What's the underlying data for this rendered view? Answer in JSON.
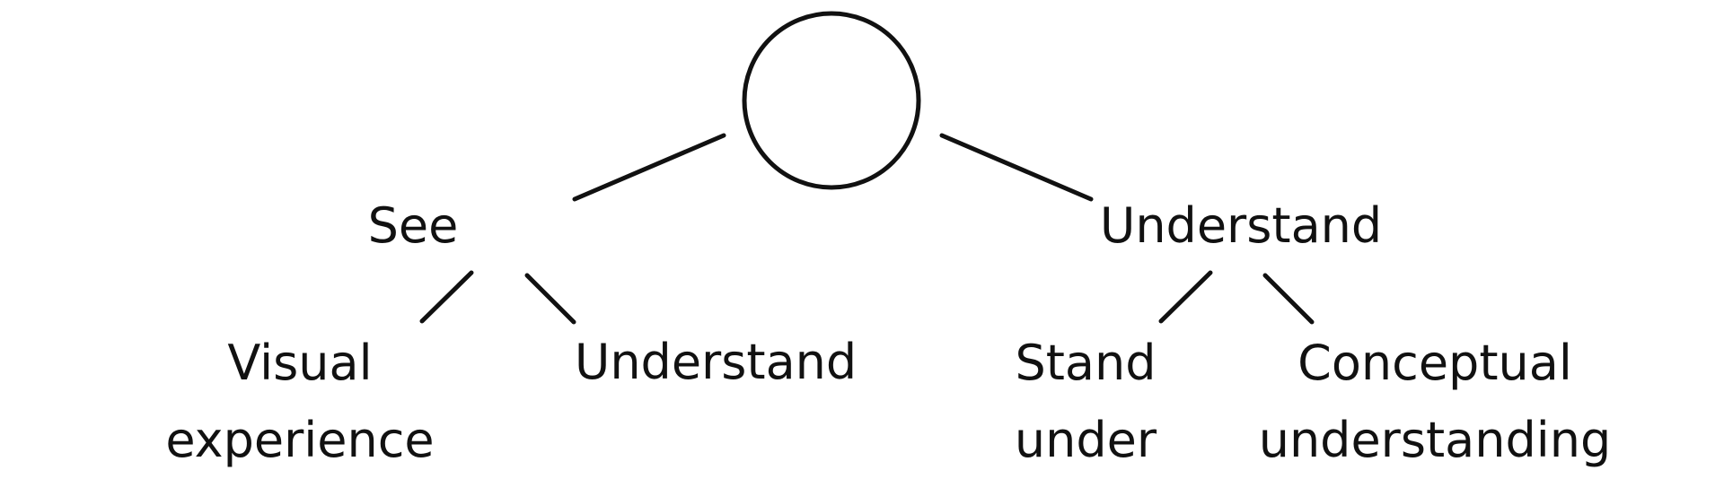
{
  "diagram": {
    "root": {
      "label": ""
    },
    "level1": {
      "left": {
        "label": "See"
      },
      "right": {
        "label": "Understand"
      }
    },
    "level2": {
      "see_left": {
        "label": "Visual\nexperience"
      },
      "see_right": {
        "label": "Understand"
      },
      "understand_left": {
        "label": "Stand\nunder"
      },
      "understand_right": {
        "label": "Conceptual\nunderstanding"
      }
    }
  }
}
